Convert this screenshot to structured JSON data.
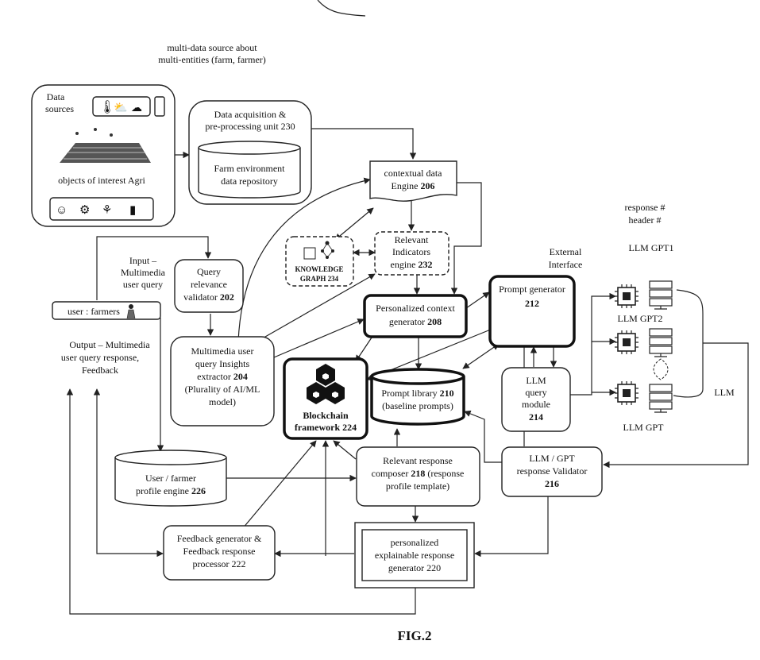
{
  "diagram": {
    "top_note": [
      "multi-data source about",
      "multi-entities (farm, farmer)"
    ],
    "data_sources": {
      "label_1": "Data",
      "label_2": "sources",
      "objects_label": "objects of interest Agri"
    },
    "acquisition": {
      "line_1": "Data acquisition &",
      "line_2": "pre-processing unit 230"
    },
    "farm_repo": {
      "line_1": "Farm environment",
      "line_2": "data repository"
    },
    "contextual": {
      "line_1": "contextual data",
      "line_2a": "Engine ",
      "line_2b": "206"
    },
    "indicators": {
      "line_1": "Relevant",
      "line_2": "Indicators",
      "line_3a": "engine ",
      "line_3b": "232"
    },
    "knowledge_graph": {
      "line_1": "KNOWLEDGE",
      "line_2": "GRAPH 234"
    },
    "input_note": [
      "Input –",
      "Multimedia",
      "user query"
    ],
    "query_validator": {
      "line_1": "Query",
      "line_2": "relevance",
      "line_3a": "validator ",
      "line_3b": "202"
    },
    "user": {
      "label": "user : farmers"
    },
    "output_note": [
      "Output – Multimedia",
      "user query response,",
      "Feedback"
    ],
    "insights": {
      "line_1": "Multimedia user",
      "line_2": "query Insights",
      "line_3a": "extractor ",
      "line_3b": "204",
      "line_4": "(Plurality of AI/ML",
      "line_5": "model)"
    },
    "personalized_context": {
      "line_1": "Personalized context",
      "line_2a": "generator ",
      "line_2b": "208"
    },
    "blockchain": {
      "line_1": "Blockchain",
      "line_2": "framework 224"
    },
    "prompt_library": {
      "line_1a": "Prompt library ",
      "line_1b": "210",
      "line_2": "(baseline prompts)"
    },
    "external_interface": [
      "External",
      "Interface"
    ],
    "prompt_generator": {
      "line_1": "Prompt generator",
      "line_2": "212"
    },
    "llm_query": {
      "line_1": "LLM",
      "line_2": "query",
      "line_3": "module",
      "line_4": "214"
    },
    "response_header": [
      "response #",
      "header #"
    ],
    "llm_labels": {
      "gpt1": "LLM GPT1",
      "gpt2": "LLM GPT2",
      "gpt": "LLM GPT",
      "llm": "LLM"
    },
    "validator": {
      "line_1": "LLM / GPT",
      "line_2": "response Validator",
      "line_3": "216"
    },
    "profile_engine": {
      "line_1": "User / farmer",
      "line_2a": "profile engine ",
      "line_2b": "226"
    },
    "composer": {
      "line_1": "Relevant response",
      "line_2a": "composer ",
      "line_2b": "218",
      "line_2c": " (response",
      "line_3": "profile template)"
    },
    "feedback": {
      "line_1": "Feedback generator &",
      "line_2": "Feedback response",
      "line_3": "processor 222"
    },
    "explainable": {
      "line_1": "personalized",
      "line_2": "explainable response",
      "line_3": "generator 220"
    },
    "figure_label": "FIG.2"
  }
}
